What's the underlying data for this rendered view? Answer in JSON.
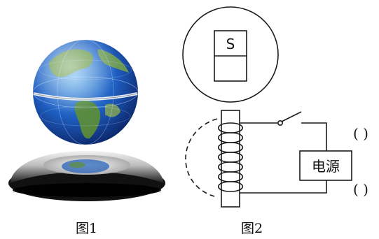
{
  "figure1": {
    "caption": "图1"
  },
  "figure2": {
    "caption": "图2",
    "magnet_pole_label": "S",
    "power_source_label": "电源",
    "upper_pole_blank": "(   )",
    "lower_pole_blank": "(   )"
  }
}
